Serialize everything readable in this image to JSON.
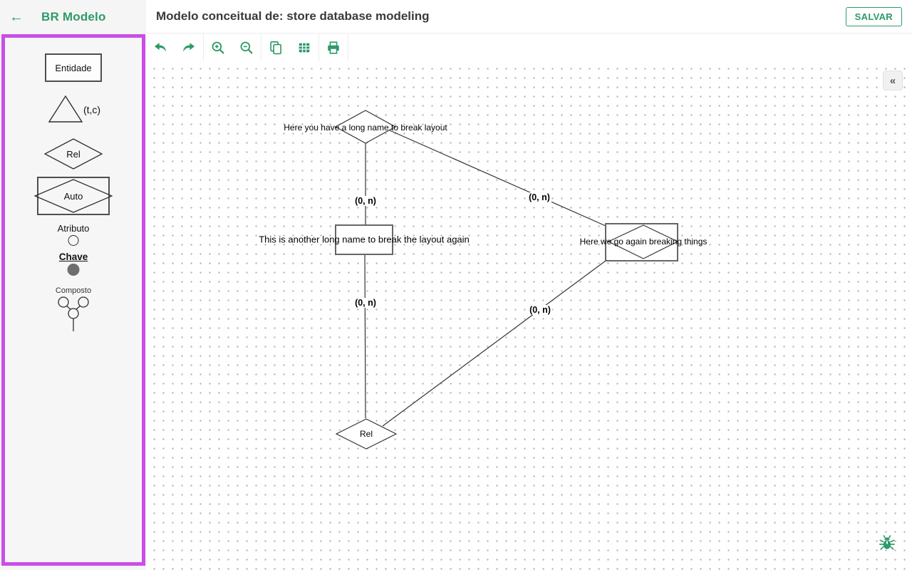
{
  "header": {
    "brand": "BR Modelo",
    "title": "Modelo conceitual de: store database modeling",
    "save_label": "SALVAR",
    "collapse_glyph": "«"
  },
  "palette": {
    "items": [
      {
        "type": "entity",
        "label": "Entidade"
      },
      {
        "type": "specialization",
        "label": "(t,c)"
      },
      {
        "type": "relationship",
        "label": "Rel"
      },
      {
        "type": "auto-relationship",
        "label": "Auto"
      },
      {
        "type": "attribute",
        "label": "Atributo"
      },
      {
        "type": "key-attribute",
        "label": "Chave"
      },
      {
        "type": "composite-attribute",
        "label": "Composto"
      }
    ]
  },
  "toolbar": {
    "icons": [
      "undo",
      "redo",
      "zoom-in",
      "zoom-out",
      "copy",
      "table",
      "print"
    ]
  },
  "diagram": {
    "nodes": [
      {
        "type": "relationship",
        "label": "Here you have a long name to break layout"
      },
      {
        "type": "entity",
        "label": "This is another long name to break the layout again"
      },
      {
        "type": "auto-relationship",
        "label": "Here we go again breaking things"
      },
      {
        "type": "relationship",
        "label": "Rel"
      }
    ],
    "cardinalities": [
      "(0, n)",
      "(0, n)",
      "(0, n)",
      "(0, n)"
    ]
  },
  "colors": {
    "accent": "#2e9a68",
    "highlight": "#cb4de8"
  }
}
